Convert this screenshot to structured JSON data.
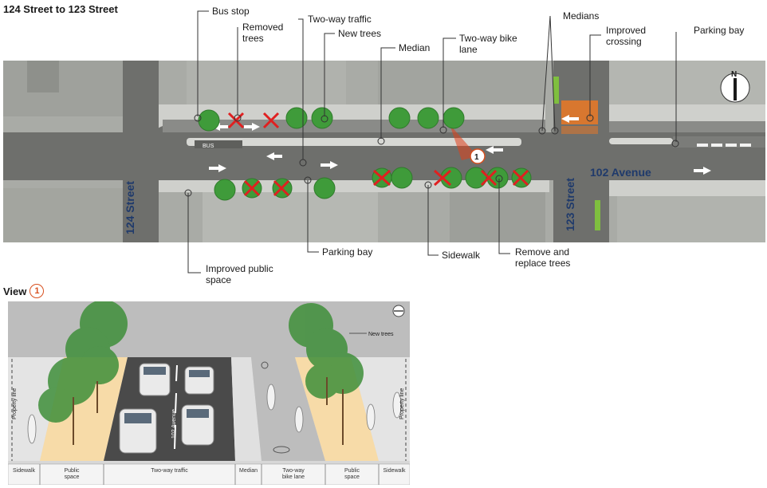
{
  "title": "124 Street to 123 Street",
  "labels": {
    "bus_stop": "Bus stop",
    "removed_trees": "Removed\ntrees",
    "two_way_traffic": "Two-way traffic",
    "new_trees": "New trees",
    "median": "Median",
    "two_way_bike_lane": "Two-way bike\nlane",
    "medians": "Medians",
    "improved_crossing": "Improved\ncrossing",
    "parking_bay_top": "Parking bay",
    "improved_public_space": "Improved public\nspace",
    "parking_bay_bottom": "Parking bay",
    "sidewalk": "Sidewalk",
    "remove_replace_trees": "Remove and\nreplace trees"
  },
  "map": {
    "street_124": "124 Street",
    "street_123": "123 Street",
    "avenue_102": "102 Avenue",
    "bus_marking": "BUS",
    "view_marker": "1",
    "north": "N"
  },
  "view": {
    "label": "View",
    "number": "1"
  },
  "section": {
    "new_trees": "New trees",
    "property_line": "Property line",
    "avenue_label": "102 Avenue",
    "zones": [
      "Sidewalk",
      "Public\nspace",
      "Two-way traffic",
      "Median",
      "Two-way\nbike lane",
      "Public\nspace",
      "Sidewalk"
    ]
  },
  "colors": {
    "road": "#6b6b6b",
    "sidewalk": "#c9c9c9",
    "tree": "#3f9b3a",
    "removed": "#e02020",
    "crossing": "#d8772f",
    "public_space": "#f7dba8",
    "accent": "#d8501f"
  }
}
